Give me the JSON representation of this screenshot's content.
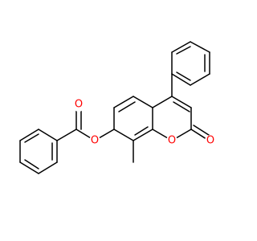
{
  "molecule": {
    "atoms": [
      {
        "id": "C2",
        "label": "O",
        "color": "#ff0000"
      },
      {
        "id": "O1",
        "label": "O",
        "color": "#ff0000"
      },
      {
        "id": "O7",
        "label": "O",
        "color": "#ff0000"
      },
      {
        "id": "Oc",
        "label": "O",
        "color": "#ff0000"
      }
    ],
    "bond_color": "#000000"
  }
}
